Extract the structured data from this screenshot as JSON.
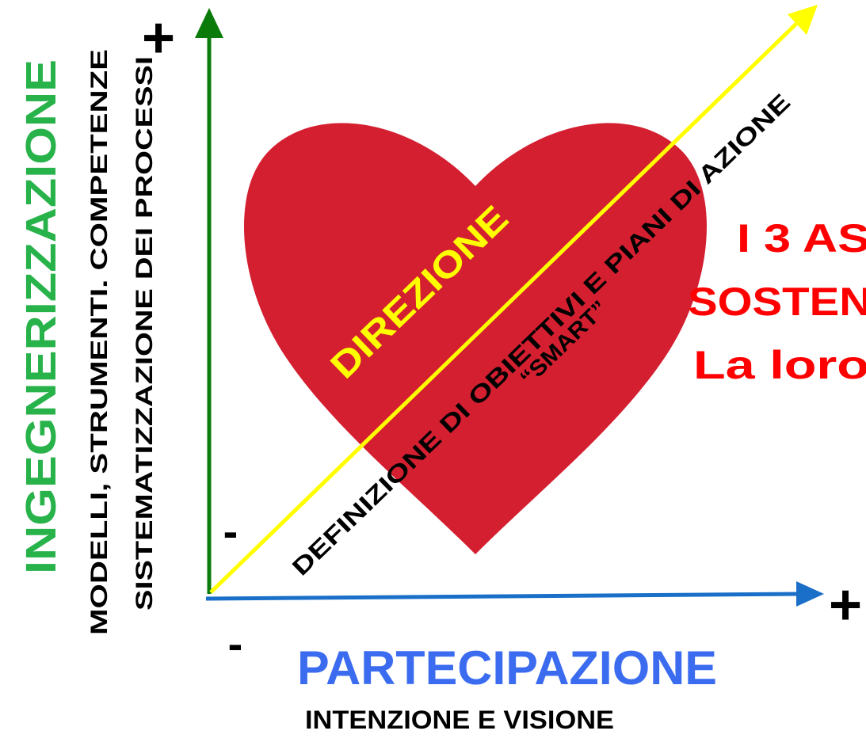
{
  "colors": {
    "vertical_axis": "#0a7a0a",
    "horizontal_axis": "#1a6fc8",
    "direction_arrow": "#ffff00",
    "heart": "#d41f30",
    "vertical_title": "#27b24a",
    "horizontal_title": "#3b6cf0",
    "right_text": "#ff0000",
    "dark_text": "#000000"
  },
  "vertical_axis": {
    "title": "INGEGNERIZZAZIONE",
    "subtitle_line1": "MODELLI, STRUMENTI. COMPETENZE",
    "subtitle_line2": "SISTEMATIZZAZIONE DEI PROCESSI",
    "plus": "+",
    "minus": "-"
  },
  "horizontal_axis": {
    "title": "PARTECIPAZIONE",
    "subtitle": "INTENZIONE E VISIONE",
    "plus": "+",
    "minus": "-"
  },
  "diagonal": {
    "label": "DIREZIONE",
    "definition": "DEFINIZIONE DI OBIETTIVI E PIANI DI AZIONE",
    "smart": "“SMART”"
  },
  "right_text": {
    "line1": "I 3 AS",
    "line2": "SOSTEN",
    "line3": "La loro"
  }
}
